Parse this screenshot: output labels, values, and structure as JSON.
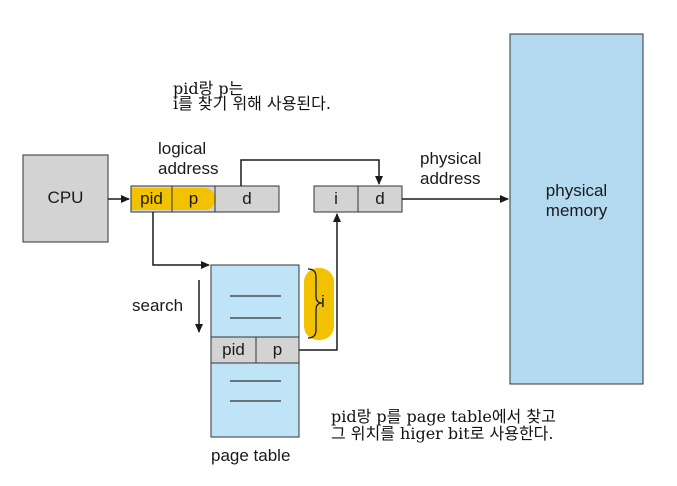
{
  "cpu": {
    "label": "CPU"
  },
  "logical_address": {
    "caption_line1": "logical",
    "caption_line2": "address",
    "fields": [
      "pid",
      "p",
      "d"
    ]
  },
  "physical_address": {
    "caption_line1": "physical",
    "caption_line2": "address",
    "fields": [
      "i",
      "d"
    ]
  },
  "physical_memory": {
    "label_line1": "physical",
    "label_line2": "memory"
  },
  "page_table": {
    "caption": "page table",
    "entry_fields": [
      "pid",
      "p"
    ],
    "index_label": "i"
  },
  "search": {
    "label": "search"
  },
  "notes": {
    "top_line1": "pid랑 p는",
    "top_line2": "i를 찾기 위해 사용된다.",
    "bottom_line1": "pid랑 p를 page table에서 찾고",
    "bottom_line2": "그 위치를 higer bit로 사용한다."
  },
  "colors": {
    "cpu_fill": "#d3d3d3",
    "field_fill": "#d3d3d3",
    "highlight": "#f2c200",
    "memory_fill": "#b4daf2",
    "table_fill": "#bfe3f7",
    "line": "#1a1a1a"
  }
}
